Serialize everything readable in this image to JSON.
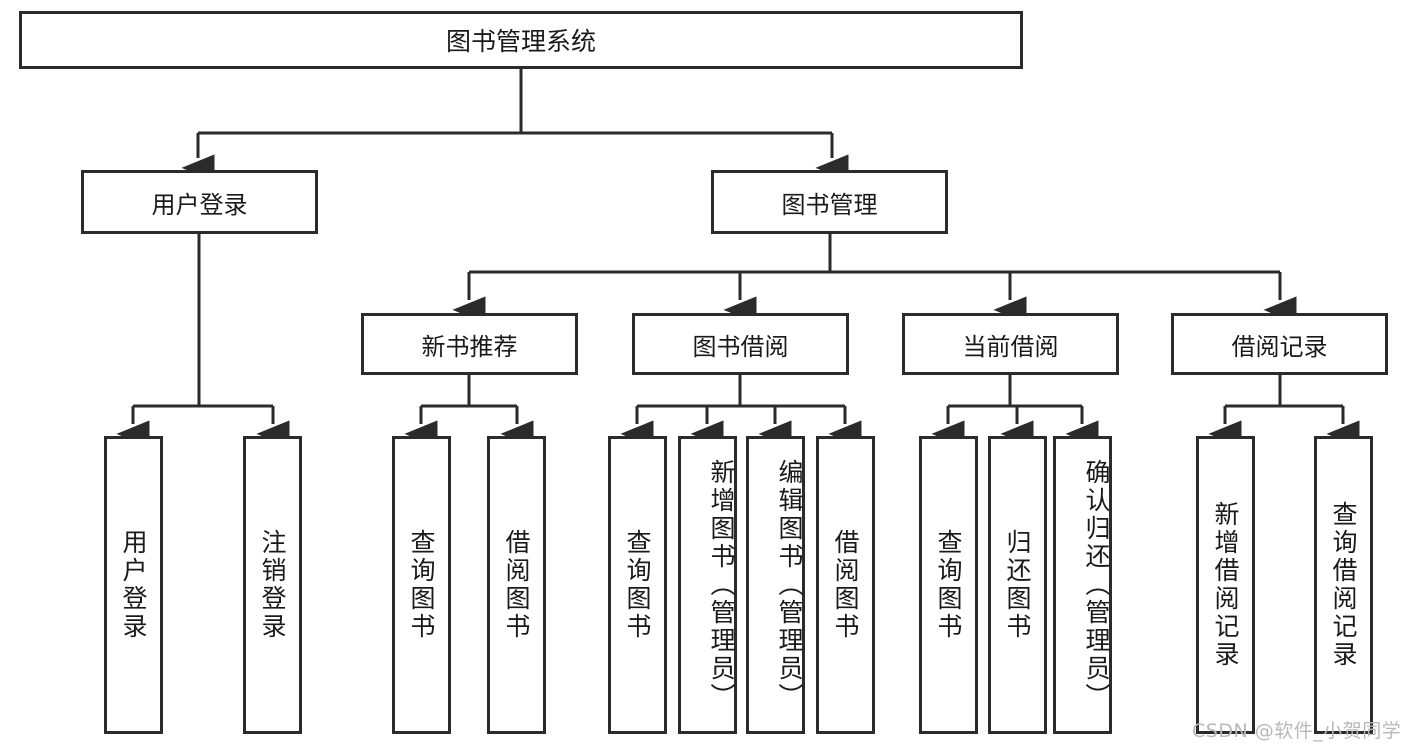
{
  "diagram": {
    "title": "图书管理系统",
    "type": "hierarchy-tree",
    "watermark": "CSDN @软件_小贺同学",
    "colors": {
      "border": "#2b2b2b",
      "background": "#ffffff",
      "text": "#1a1a1a",
      "watermark": "#b9b9b9"
    },
    "levels": {
      "root": {
        "label": "图书管理系统"
      },
      "level1": [
        {
          "label": "用户登录"
        },
        {
          "label": "图书管理"
        }
      ],
      "level2": [
        {
          "label": "新书推荐"
        },
        {
          "label": "图书借阅"
        },
        {
          "label": "当前借阅"
        },
        {
          "label": "借阅记录"
        }
      ],
      "leaves": [
        {
          "label": "用户登录",
          "parent": "用户登录"
        },
        {
          "label": "注销登录",
          "parent": "用户登录"
        },
        {
          "label": "查询图书",
          "parent": "新书推荐"
        },
        {
          "label": "借阅图书",
          "parent": "新书推荐"
        },
        {
          "label": "查询图书",
          "parent": "图书借阅"
        },
        {
          "label": "新增图书（管理员）",
          "parent": "图书借阅"
        },
        {
          "label": "编辑图书（管理员）",
          "parent": "图书借阅"
        },
        {
          "label": "借阅图书",
          "parent": "图书借阅"
        },
        {
          "label": "查询图书",
          "parent": "当前借阅"
        },
        {
          "label": "归还图书",
          "parent": "当前借阅"
        },
        {
          "label": "确认归还（管理员）",
          "parent": "当前借阅"
        },
        {
          "label": "新增借阅记录",
          "parent": "借阅记录"
        },
        {
          "label": "查询借阅记录",
          "parent": "借阅记录"
        }
      ]
    }
  }
}
